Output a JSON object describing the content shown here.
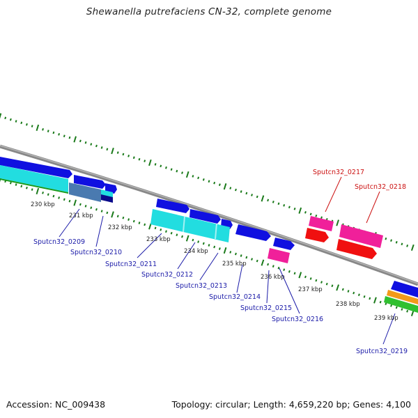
{
  "title": "Shewanella putrefaciens CN-32, complete genome",
  "footer": {
    "accession": "Accession: NC_009438",
    "topology": "Topology: circular; Length: 4,659,220 bp; Genes: 4,100"
  },
  "scale_labels": [
    "230 kbp",
    "231 kbp",
    "232 kbp",
    "233 kbp",
    "234 kbp",
    "235 kbp",
    "236 kbp",
    "237 kbp",
    "238 kbp",
    "239 kbp"
  ],
  "genes": [
    {
      "id": "Sputcn32_0209",
      "color": "#1a1aa8"
    },
    {
      "id": "Sputcn32_0210",
      "color": "#1a1aa8"
    },
    {
      "id": "Sputcn32_0211",
      "color": "#1a1aa8"
    },
    {
      "id": "Sputcn32_0212",
      "color": "#1a1aa8"
    },
    {
      "id": "Sputcn32_0213",
      "color": "#1a1aa8"
    },
    {
      "id": "Sputcn32_0214",
      "color": "#1a1aa8"
    },
    {
      "id": "Sputcn32_0215",
      "color": "#1a1aa8"
    },
    {
      "id": "Sputcn32_0216",
      "color": "#1a1aa8"
    },
    {
      "id": "Sputcn32_0217",
      "color": "#cc1111"
    },
    {
      "id": "Sputcn32_0218",
      "color": "#cc1111"
    },
    {
      "id": "Sputcn32_0219",
      "color": "#1a1aa8"
    }
  ],
  "feature_colors": {
    "cds_blue": "#1010e0",
    "cyan": "#22dde0",
    "steel": "#4a7ab0",
    "pink": "#f0209a",
    "red": "#f01010",
    "orange": "#f39a1a",
    "green": "#30c030",
    "backbone": "#888888",
    "tick_green": "#1a7a1a"
  }
}
